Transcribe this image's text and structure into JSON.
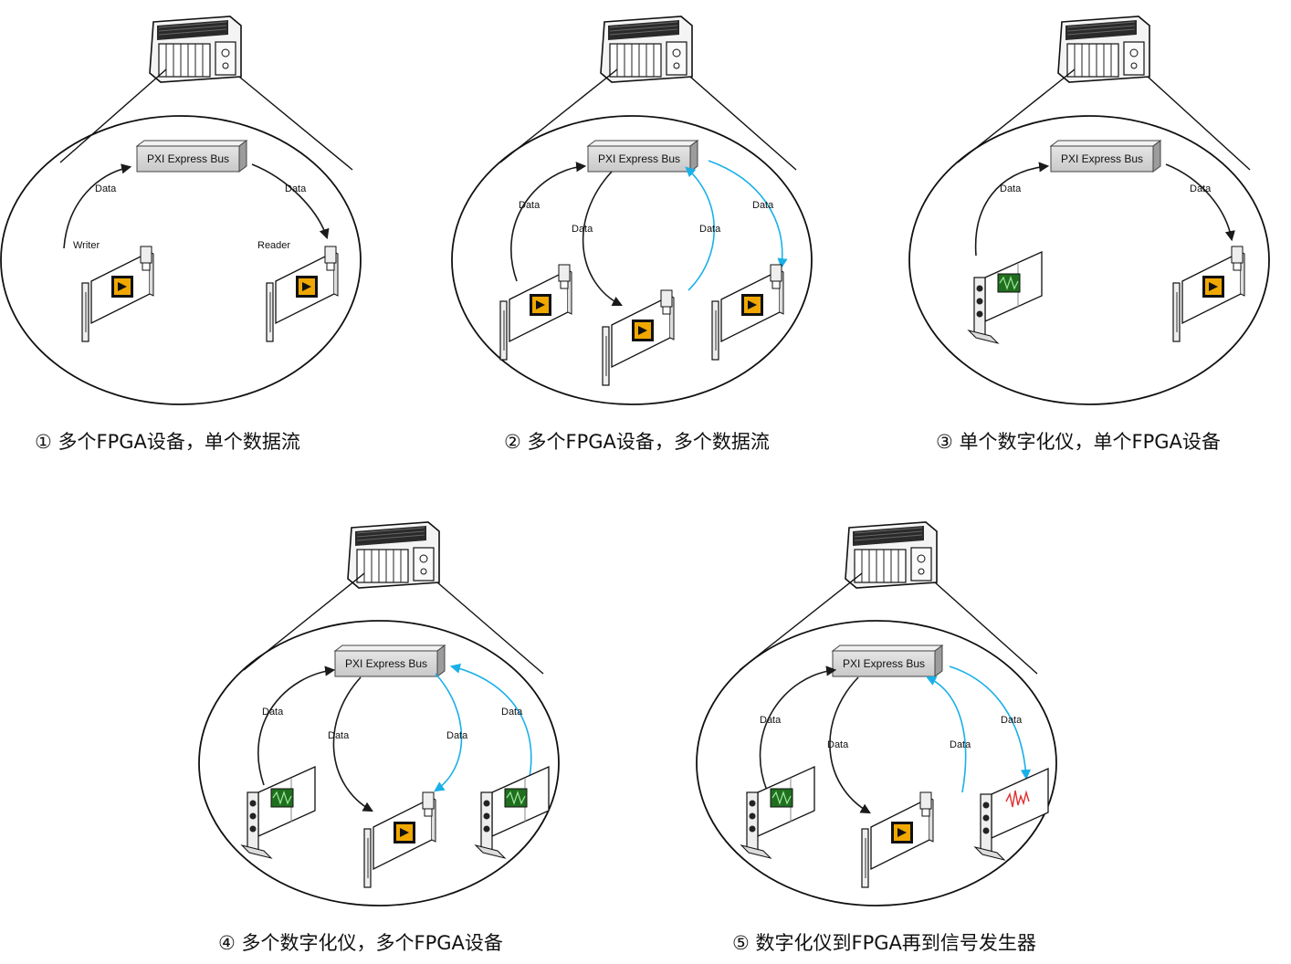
{
  "figure": {
    "colors": {
      "black_arrow": "#1a1a1a",
      "blue_arrow": "#1ab0e8",
      "fpga_chip": "#f0a800",
      "digitizer_screen": "#1f6f1f",
      "generator_wave": "#e03030"
    },
    "panels": [
      {
        "caption": "① 多个FPGA设备，单个数据流",
        "bus_label": "PXI Express Bus",
        "labels": {
          "data_left": "Data",
          "data_right": "Data",
          "writer": "Writer",
          "reader": "Reader"
        },
        "cards": [
          "fpga-card",
          "fpga-card"
        ]
      },
      {
        "caption": "② 多个FPGA设备，多个数据流",
        "bus_label": "PXI Express Bus",
        "labels": {
          "data_left_outer": "Data",
          "data_left_inner": "Data",
          "data_right_inner": "Data",
          "data_right_outer": "Data"
        },
        "cards": [
          "fpga-card",
          "fpga-card",
          "fpga-card"
        ]
      },
      {
        "caption": "③ 单个数字化仪，单个FPGA设备",
        "bus_label": "PXI Express Bus",
        "labels": {
          "data_left": "Data",
          "data_right": "Data"
        },
        "cards": [
          "digitizer-card",
          "fpga-card"
        ]
      },
      {
        "caption": "④ 多个数字化仪，多个FPGA设备",
        "bus_label": "PXI Express Bus",
        "labels": {
          "data_left_outer": "Data",
          "data_left_inner": "Data",
          "data_right_inner": "Data",
          "data_right_outer": "Data"
        },
        "cards": [
          "digitizer-card",
          "fpga-card",
          "digitizer-card"
        ]
      },
      {
        "caption": "⑤ 数字化仪到FPGA再到信号发生器",
        "bus_label": "PXI Express Bus",
        "labels": {
          "data_left_outer": "Data",
          "data_left_inner": "Data",
          "data_right_inner": "Data",
          "data_right_outer": "Data"
        },
        "cards": [
          "digitizer-card",
          "fpga-card",
          "signal-generator-card"
        ]
      }
    ]
  }
}
